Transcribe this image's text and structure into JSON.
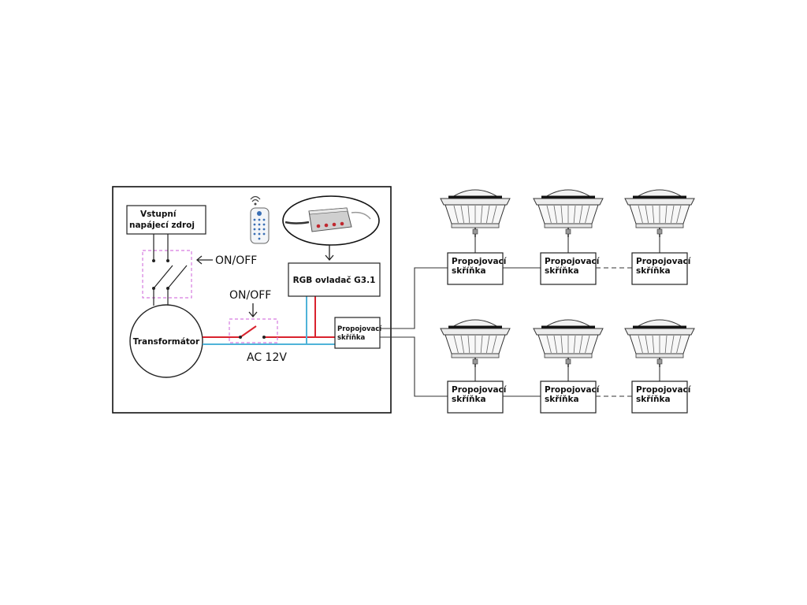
{
  "labels": {
    "power_supply": [
      "Vstupní",
      "napájecí zdroj"
    ],
    "onoff_upper": "ON/OFF",
    "onoff_lower": "ON/OFF",
    "transformer": "Transformátor",
    "ac": "AC 12V",
    "rgb_controller": "RGB ovladač G3.1",
    "junction_main": [
      "Propojovací",
      "skříňka"
    ]
  },
  "lamp_rows": [
    {
      "boxes": [
        [
          "Propojovací",
          "skříňka"
        ],
        [
          "Propojovací",
          "skříňka"
        ],
        [
          "Propojovací",
          "skříňka"
        ]
      ]
    },
    {
      "boxes": [
        [
          "Propojovací",
          "skříňka"
        ],
        [
          "Propojovací",
          "skříňka"
        ],
        [
          "Propojovací",
          "skříňka"
        ]
      ]
    }
  ],
  "colors": {
    "live_wire": "#d9232e",
    "neutral_wire": "#4fb3d9",
    "switch_box_dash": "#d67be0",
    "line": "#222222"
  }
}
